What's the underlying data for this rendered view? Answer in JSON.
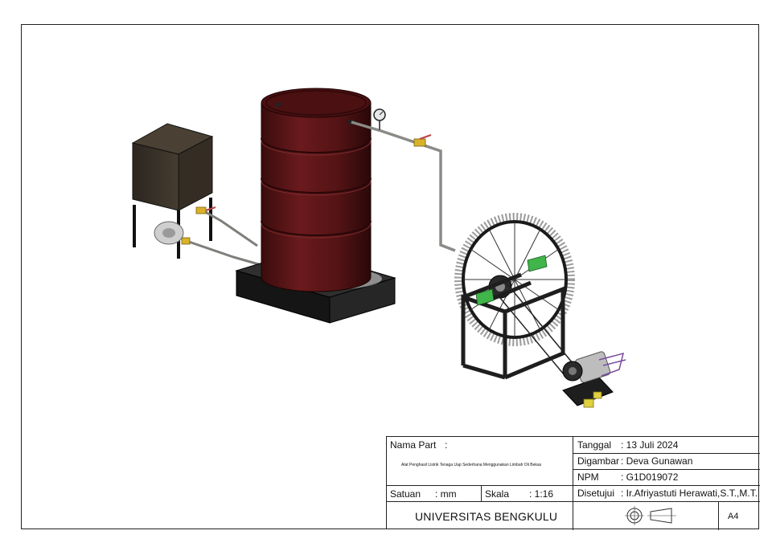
{
  "title_block": {
    "part_label": "Nama Part",
    "part_colon": ":",
    "part_name": "Alat Penghasil Listrik Tenaga Uap Sederhana Menggunakan Limbah Oli Bekas",
    "satuan_label": "Satuan",
    "satuan_value": ": mm",
    "skala_label": "Skala",
    "skala_value": ": 1:16",
    "institution": "UNIVERSITAS BENGKULU",
    "tanggal_label": "Tanggal",
    "tanggal_value": ": 13 Juli 2024",
    "digambar_label": "Digambar",
    "digambar_value": ": Deva Gunawan",
    "npm_label": "NPM",
    "npm_value": ": G1D019072",
    "disetujui_label": "Disetujui",
    "disetujui_value": ": Ir.Afriyastuti Herawati,S.T.,M.T.",
    "paper_size": "A4",
    "projection_symbol": "third-angle-projection-icon"
  },
  "colors": {
    "drum": "#5a1416",
    "drum_dark": "#2f0a0b",
    "burner_box": "#3a3227",
    "base": "#1c1c1c",
    "pipe": "#8a8a86",
    "valve": "#d8b22a",
    "bearing": "#3fb54a",
    "frame": "#1e1e1e",
    "border": "#222222"
  }
}
